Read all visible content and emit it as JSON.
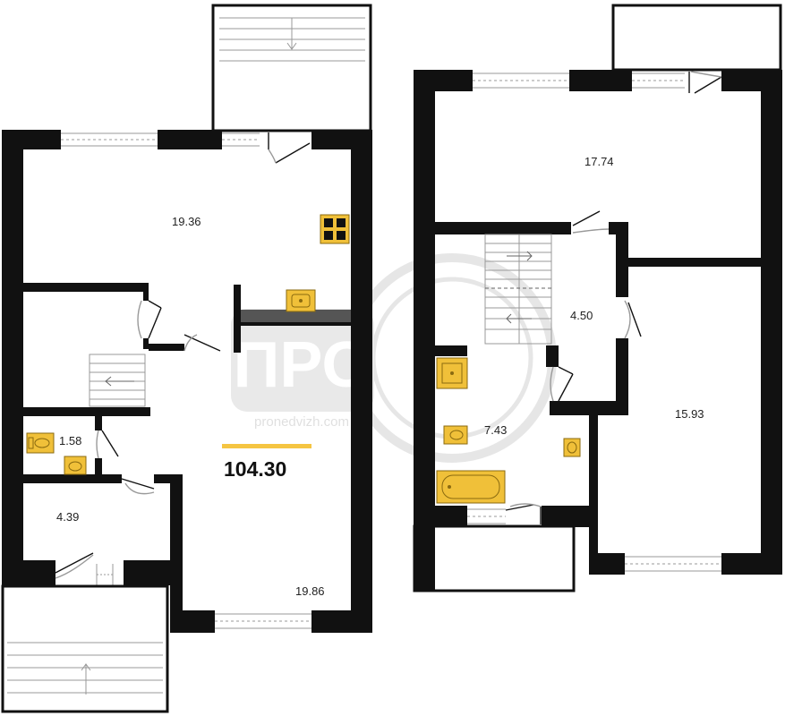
{
  "plan": {
    "total_area": "104.30",
    "rooms": {
      "living": "19.36",
      "wc_small": "1.58",
      "hall_small": "4.39",
      "hall_large": "19.86",
      "upper_room": "17.74",
      "stair_hall": "4.50",
      "bath": "7.43",
      "bedroom": "15.93"
    }
  },
  "watermark": {
    "logo": "ПРО",
    "site": "pronedvizh.com"
  },
  "colors": {
    "wall": "#111111",
    "fixture": "#f0c039",
    "fixture_stroke": "#8a6a10",
    "total_bar": "#f5c542",
    "partition": "#555555"
  }
}
